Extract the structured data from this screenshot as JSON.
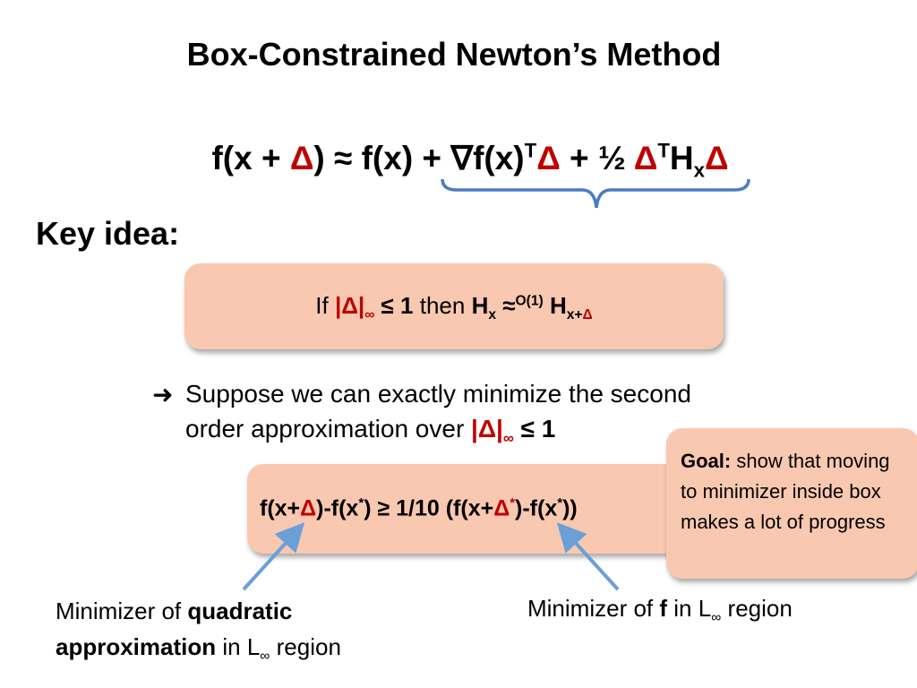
{
  "slide": {
    "title": "Box-Constrained Newton’s Method",
    "equation": {
      "p1": "f(x + ",
      "delta": "Δ",
      "p2": ") ≈ f(x) + ∇f(x)",
      "sup_t": "T",
      "p3": " + ½ ",
      "p4": "H",
      "sub_x": "x"
    },
    "key_idea": "Key idea:",
    "key_box": {
      "if": "If ",
      "norm": "|Δ|",
      "inf": "∞",
      "le1": " ≤ 1",
      "then": " then ",
      "H": "H",
      "x": "x",
      "approx": " ≈",
      "order": "O(1)",
      "H2": " H",
      "sub2a": "x+",
      "sub2b": "Δ"
    },
    "arrow_glyph": "➜",
    "suppose_line1": "Suppose we can exactly minimize the second",
    "suppose_line2a": "order approximation over ",
    "suppose_norm": "|Δ|",
    "suppose_inf": "∞",
    "suppose_le": " ≤ 1",
    "ineq": {
      "a": "f(x+",
      "d": "Δ",
      "b": ")-f(x",
      "star": "*",
      "c": ") ≥ 1/10 (f(x+",
      "d2": "Δ",
      "star2": "*",
      "e": ")-f(x",
      "star3": "*",
      "f": "))"
    },
    "goal": {
      "label": "Goal:",
      "text": " show that moving to minimizer inside box makes a lot of progress"
    },
    "left_annot": {
      "a": "Minimizer of ",
      "b": "quadratic",
      "c": "approximation",
      "d": " in L",
      "inf": "∞",
      "e": " region"
    },
    "right_annot": {
      "a": "Minimizer of ",
      "b": "f",
      "c": " in L",
      "inf": "∞",
      "d": " region"
    },
    "colors": {
      "accent_red": "#c00000",
      "box_fill": "#f8c8b0",
      "arrow_blue": "#6a9fd8",
      "brace_blue": "#4a7cc4"
    }
  }
}
